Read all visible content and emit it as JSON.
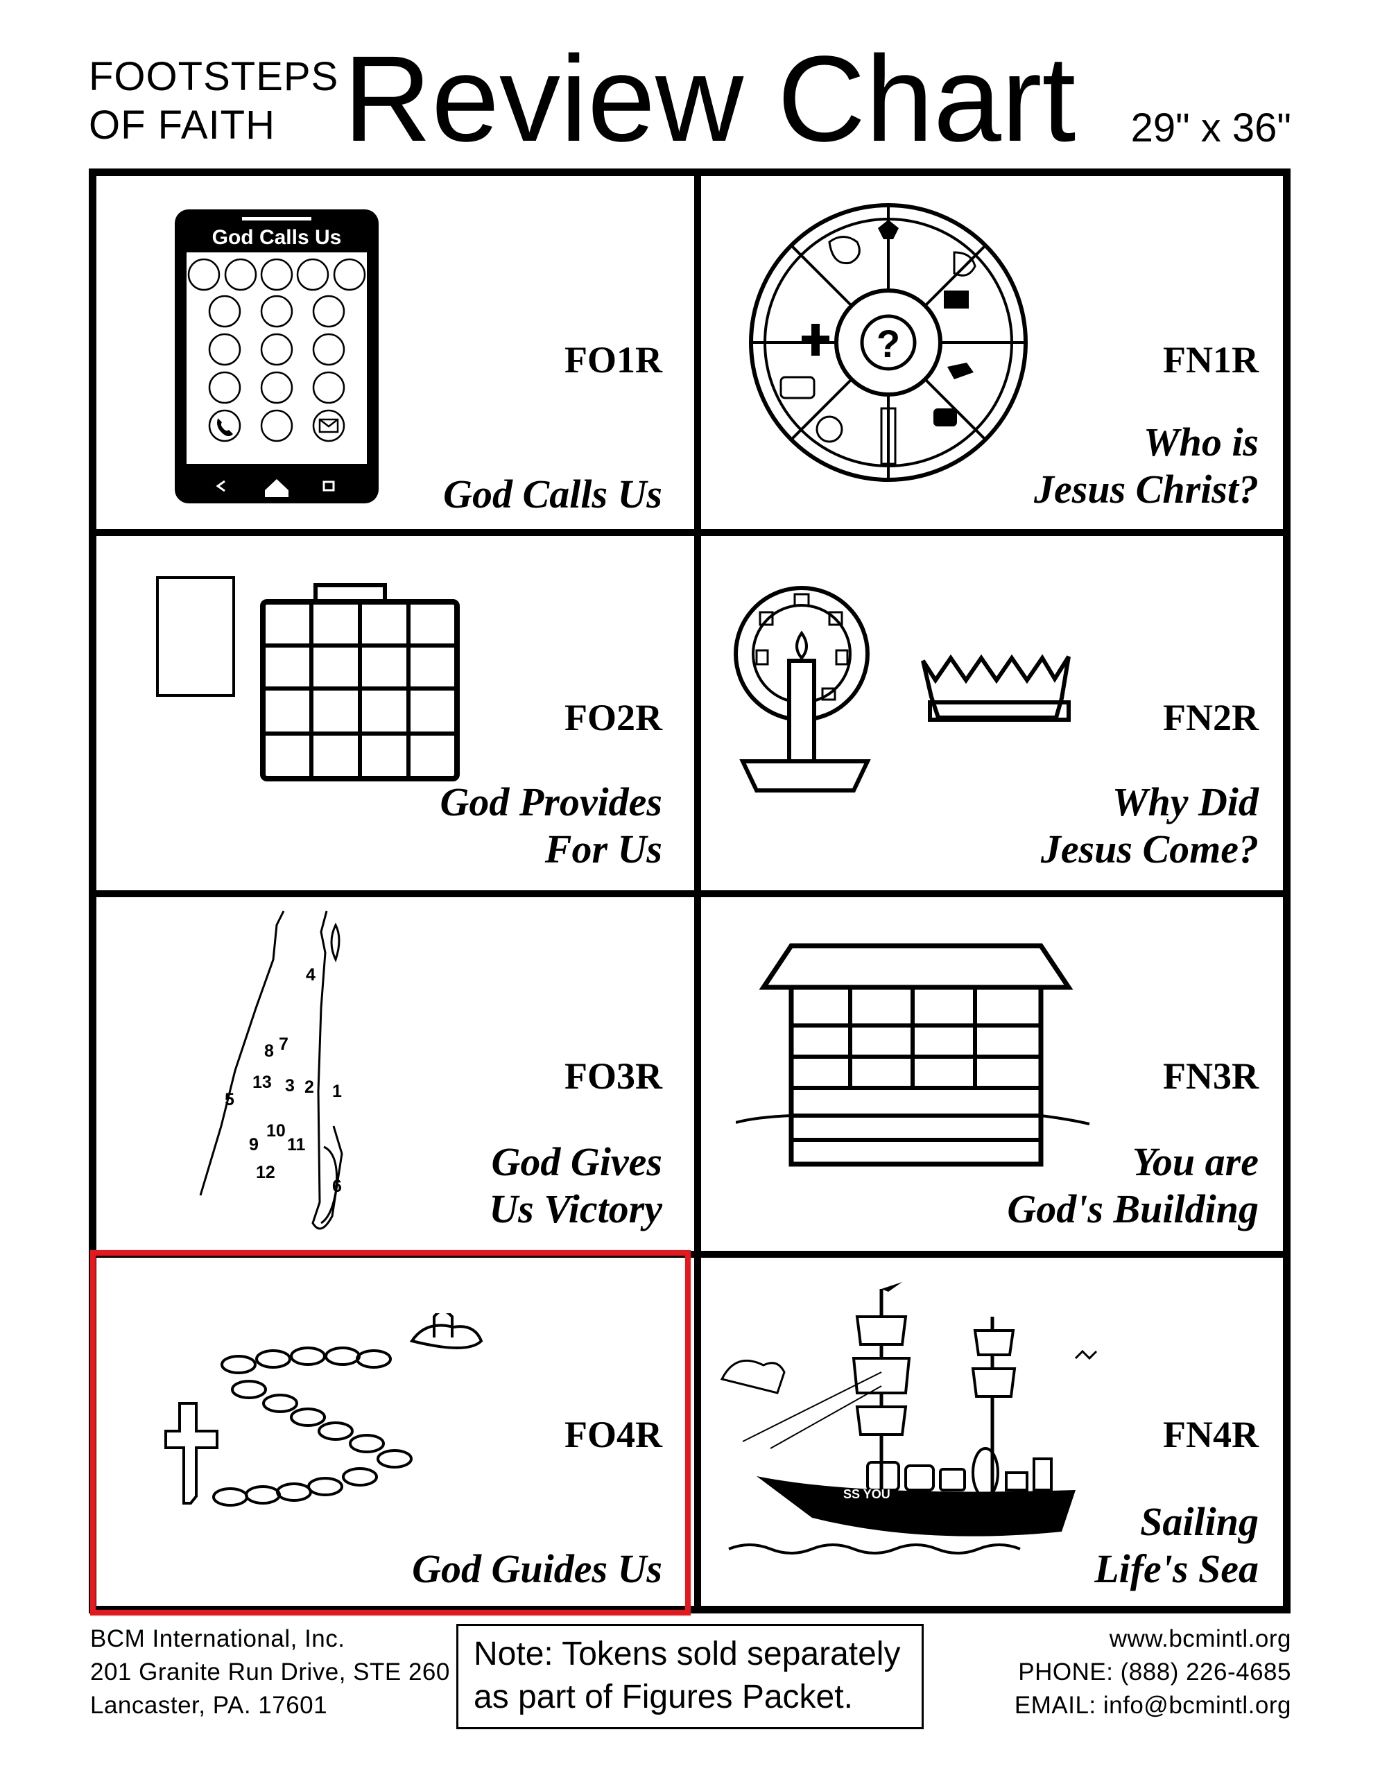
{
  "header": {
    "series_line1": "FOOTSTEPS",
    "series_line2": "OF FAITH",
    "title": "Review Chart",
    "size": "29\" x 36\""
  },
  "cells": [
    {
      "code": "FO1R",
      "caption1": "God Calls Us",
      "caption2": "",
      "screen_title": "God Calls Us"
    },
    {
      "code": "FN1R",
      "caption1": "Who is",
      "caption2": "Jesus Christ?"
    },
    {
      "code": "FO2R",
      "caption1": "God Provides",
      "caption2": "For Us"
    },
    {
      "code": "FN2R",
      "caption1": "Why Did",
      "caption2": "Jesus Come?"
    },
    {
      "code": "FO3R",
      "caption1": "God Gives",
      "caption2": "Us Victory"
    },
    {
      "code": "FN3R",
      "caption1": "You are",
      "caption2": "God's Building"
    },
    {
      "code": "FO4R",
      "caption1": "God Guides Us",
      "caption2": ""
    },
    {
      "code": "FN4R",
      "caption1": "Sailing",
      "caption2": "Life's Sea",
      "ship_name": "SS YOU"
    }
  ],
  "map_numbers": [
    "4",
    "8",
    "7",
    "13",
    "3",
    "2",
    "1",
    "5",
    "10",
    "9",
    "11",
    "12",
    "6"
  ],
  "highlight_color": "#e8171d",
  "footer": {
    "org": "BCM International, Inc.",
    "address1": "201 Granite Run Drive, STE 260",
    "address2": "Lancaster, PA. 17601",
    "note_line1": "Note: Tokens sold separately",
    "note_line2": "as part of Figures Packet.",
    "website": "www.bcmintl.org",
    "phone": "PHONE: (888) 226-4685",
    "email": "EMAIL: info@bcmintl.org"
  }
}
